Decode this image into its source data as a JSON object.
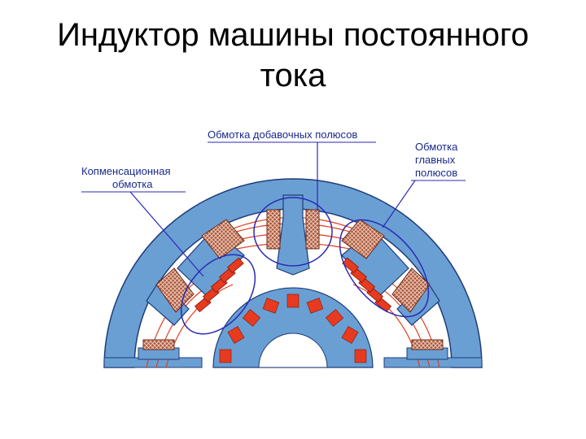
{
  "title": {
    "line1": "Индуктор машины постоянного",
    "line2": "тока"
  },
  "labels": {
    "aux_winding": "Обмотка добавочных полюсов",
    "main_winding_l1": "Обмотка",
    "main_winding_l2": "главных",
    "main_winding_l3": "полюсов",
    "comp_winding_l1": "Копменсационная",
    "comp_winding_l2": "обмотка"
  },
  "colors": {
    "yoke": "#6a9fd4",
    "outline": "#1e3c78",
    "coil_main": "#b05a3c",
    "coil_comp": "#e83a1e",
    "flux_lines": "#e04020",
    "callout": "#2a2ab4",
    "label_text": "#1a2a8c"
  }
}
